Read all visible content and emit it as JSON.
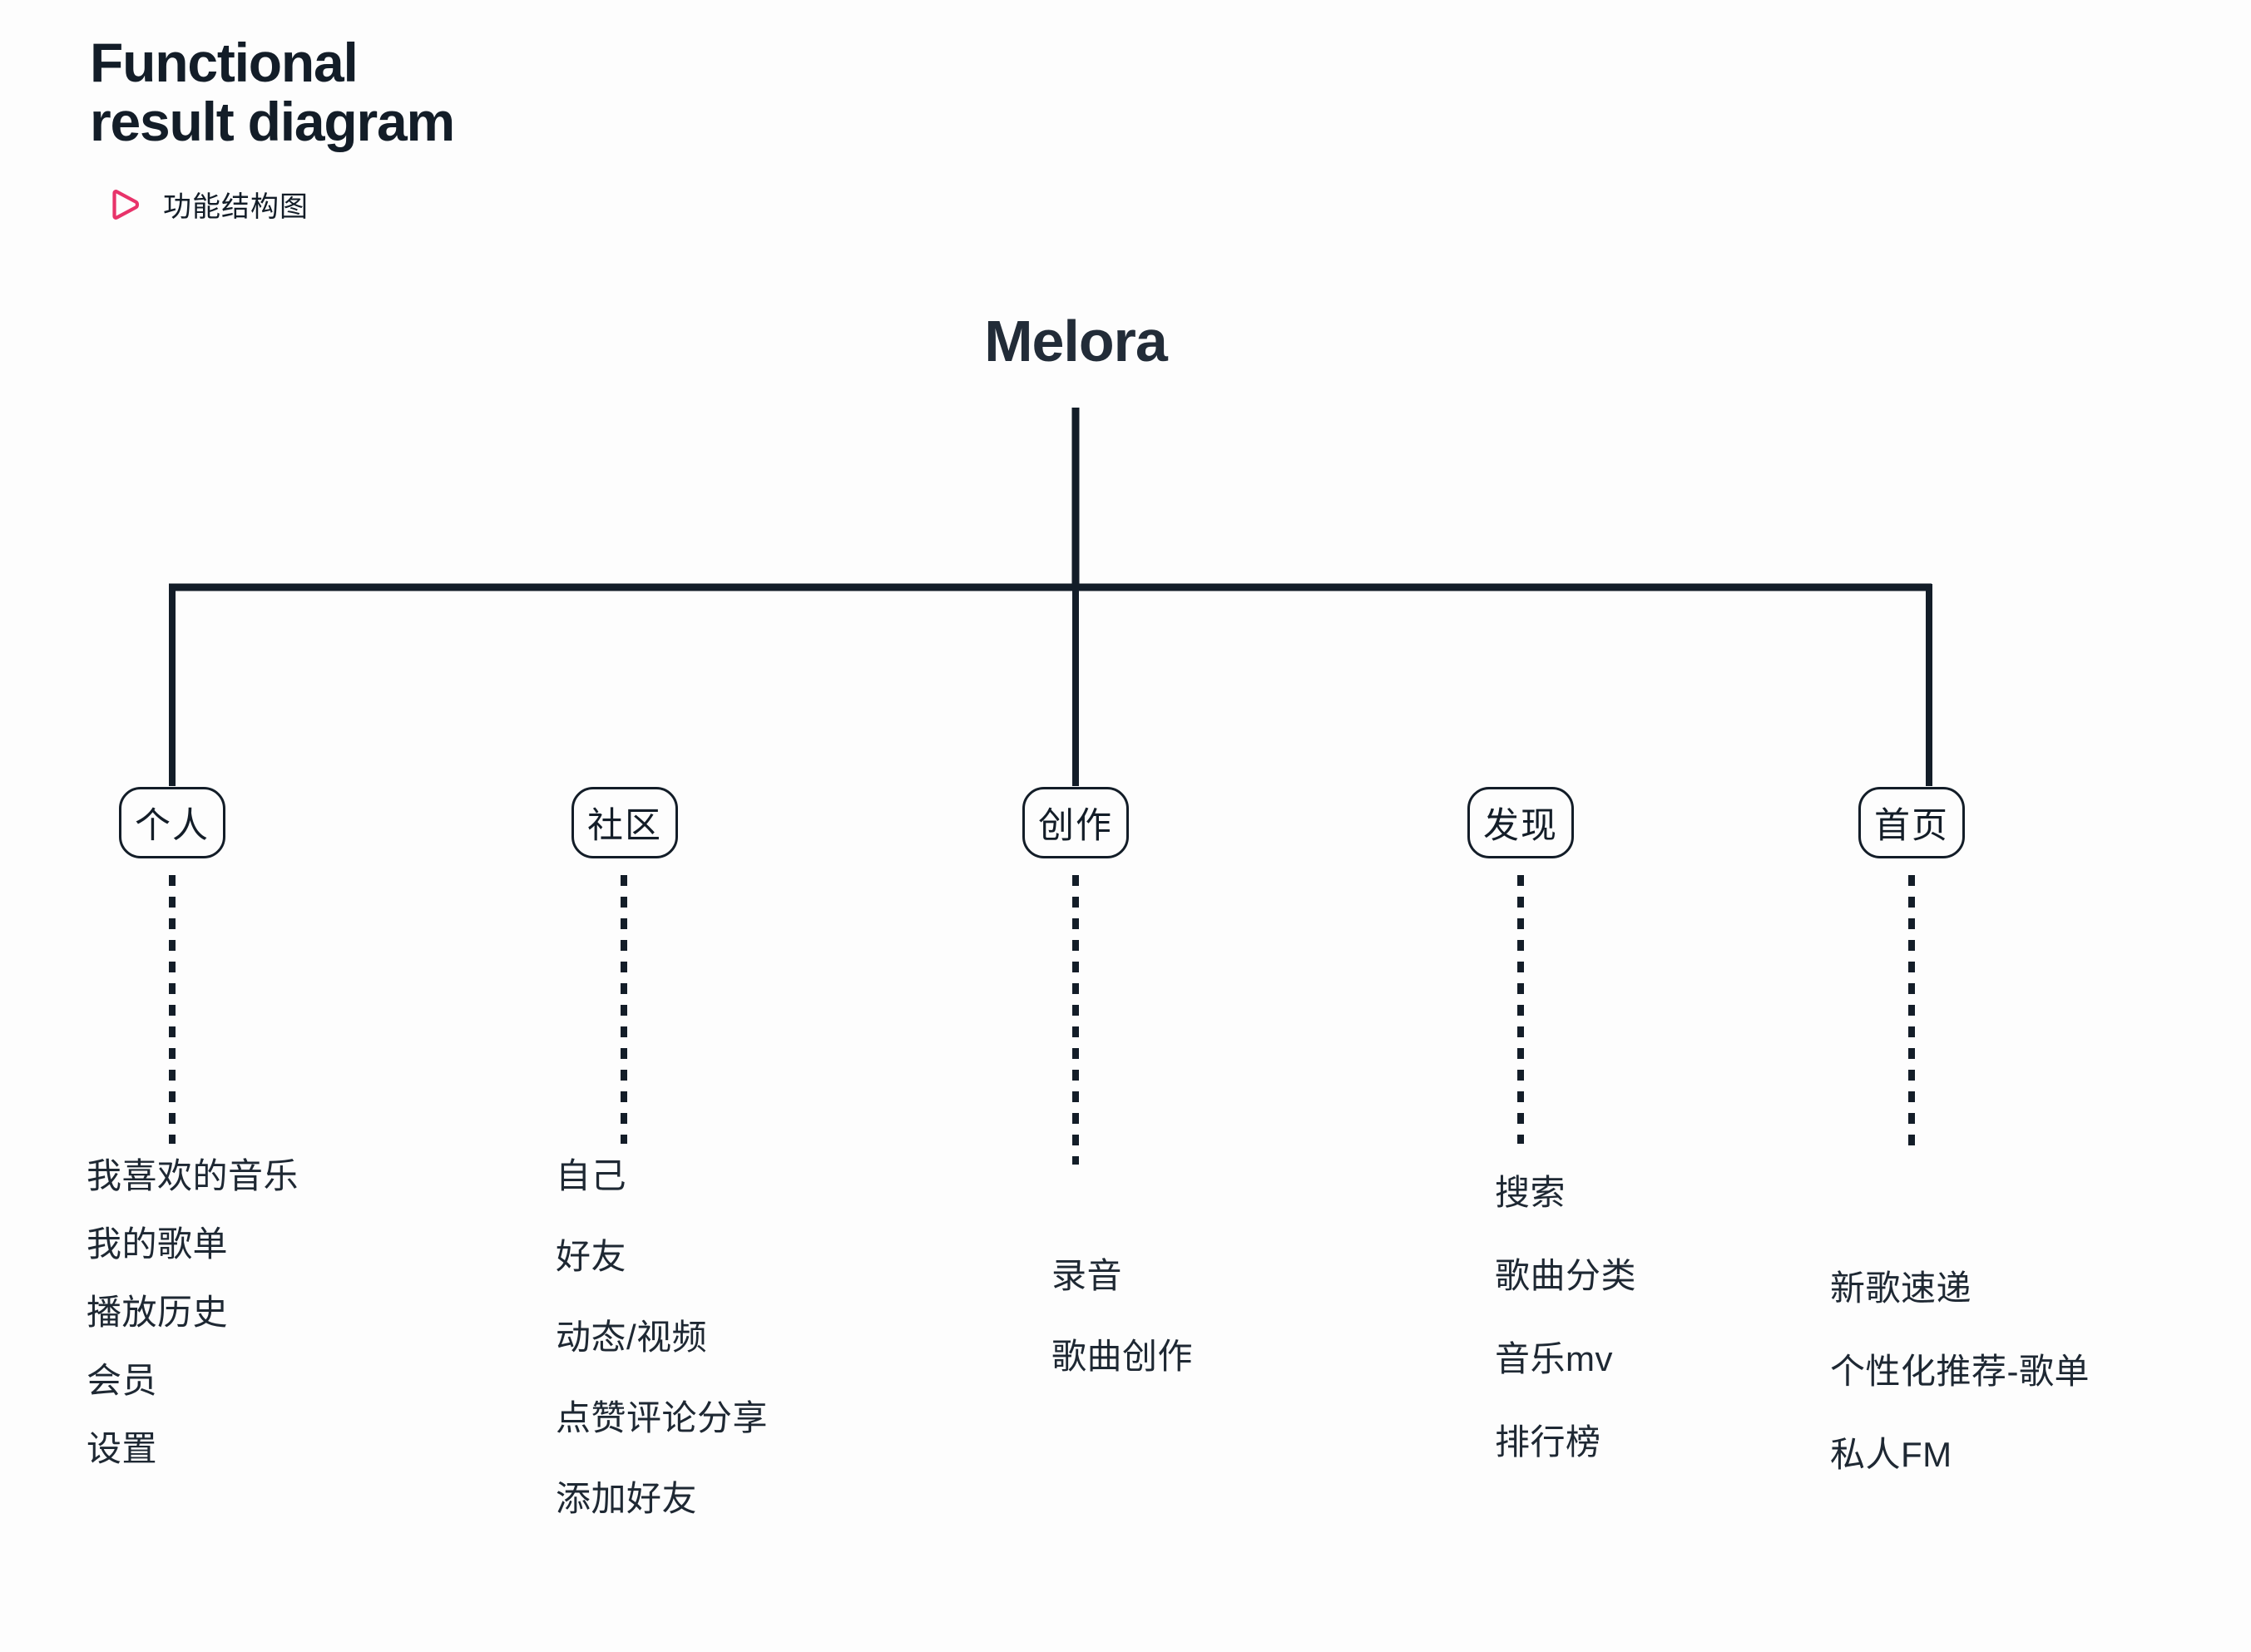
{
  "header": {
    "title": "Functional\nresult diagram",
    "subtitle": "功能结构图",
    "icon": "play-triangle-outline-icon",
    "accent_color": "#e8336a",
    "text_color": "#131d28"
  },
  "diagram": {
    "type": "tree",
    "root": {
      "label": "Melora"
    },
    "nodes": [
      {
        "id": "personal",
        "label": "个人",
        "children": [
          "我喜欢的音乐",
          "我的歌单",
          "播放历史",
          "会员",
          "设置"
        ]
      },
      {
        "id": "community",
        "label": "社区",
        "children": [
          "自己",
          "好友",
          "动态/视频",
          "点赞评论分享",
          "添加好友"
        ]
      },
      {
        "id": "create",
        "label": "创作",
        "children": [
          "录音",
          "歌曲创作"
        ]
      },
      {
        "id": "discover",
        "label": "发现",
        "children": [
          "搜索",
          "歌曲分类",
          "音乐mv",
          "排行榜"
        ]
      },
      {
        "id": "home",
        "label": "首页",
        "children": [
          "新歌速递",
          "个性化推荐-歌单",
          "私人FM"
        ]
      }
    ],
    "line_color": "#131d28"
  }
}
